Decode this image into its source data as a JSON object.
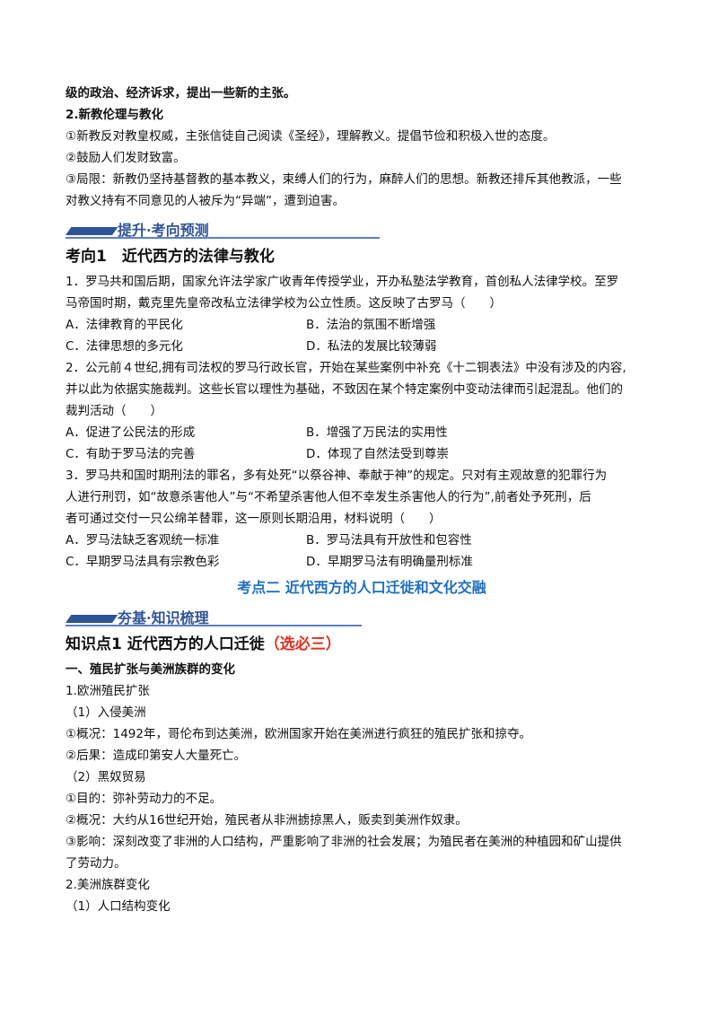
{
  "intro_lines": [
    "级的政治、经济诉求，提出一些新的主张。"
  ],
  "section_2_title": "2.新教伦理与教化",
  "section_2_items": [
    "①新教反对教皇权威，主张信徒自己阅读《圣经》，理解教义。提倡节俭和积极入世的态度。",
    "②鼓励人们发财致富。",
    "③局限：新教仍坚持基督教的基本教义，束缚人们的行为，麻醉人们的思想。新教还排斥其他教派，一些",
    "对教义持有不同意见的人被斥为“异端”，遭到迫害。"
  ],
  "banner_1": "提升·考向预测",
  "heading_1": "考向1　近代西方的法律与教化",
  "questions": [
    {
      "stem": [
        "1．罗马共和国后期，国家允许法学家广收青年传授学业，开办私塾法学教育，首创私人法律学校。至罗",
        "马帝国时期，戴克里先皇帝改私立法律学校为公立性质。这反映了古罗马（　　）"
      ],
      "options": [
        "A．法律教育的平民化",
        "B．法治的氛围不断增强",
        "C．法律思想的多元化",
        "D．私法的发展比较薄弱"
      ]
    },
    {
      "stem": [
        "2．公元前４世纪,拥有司法权的罗马行政长官，开始在某些案例中补充《十二铜表法》中没有涉及的内容,",
        "并以此为依据实施裁判。这些长官以理性为基础，不致因在某个特定案例中变动法律而引起混乱。他们的",
        "裁判活动（　　）"
      ],
      "options": [
        "A．促进了公民法的形成",
        "B．增强了万民法的实用性",
        "C．有助于罗马法的完善",
        "D．体现了自然法受到尊崇"
      ]
    },
    {
      "stem": [
        "3．罗马共和国时期刑法的罪名，多有处死“以祭谷神、奉献于神”的规定。只对有主观故意的犯罪行为",
        "人进行刑罚，如“故意杀害他人”与“不希望杀害他人但不幸发生杀害他人的行为”,前者处予死刑，后",
        "者可通过交付一只公绵羊替罪，这一原则长期沿用，材料说明（　　）"
      ],
      "options": [
        "A．罗马法缺乏客观统一标准",
        "B．罗马法具有开放性和包容性",
        "C．早期罗马法具有宗教色彩",
        "D．早期罗马法有明确量刑标准"
      ]
    }
  ],
  "kaodian_title": "考点二  近代西方的人口迁徙和文化交融",
  "banner_2": "夯基·知识梳理",
  "heading_2_main": "知识点1 近代西方的人口迁徙",
  "heading_2_red": "（选必三）",
  "sub_heading": "一、殖民扩张与美洲族群的变化",
  "body_lines": [
    "1.欧洲殖民扩张",
    "（1）入侵美洲",
    "①概况：1492年，哥伦布到达美洲，欧洲国家开始在美洲进行疯狂的殖民扩张和掠夺。",
    "②后果：造成印第安人大量死亡。",
    "（2）黑奴贸易",
    "①目的：弥补劳动力的不足。",
    "②概况：大约从16世纪开始，殖民者从非洲掳掠黑人，贩卖到美洲作奴隶。",
    "③影响：深刻改变了非洲的人口结构，严重影响了非洲的社会发展；为殖民者在美洲的种植园和矿山提供",
    "了劳动力。",
    "2.美洲族群变化",
    "（1）人口结构变化"
  ],
  "colors": {
    "banner": "#2f5496",
    "title_blue": "#1f6fbf",
    "red": "#e0301e"
  }
}
